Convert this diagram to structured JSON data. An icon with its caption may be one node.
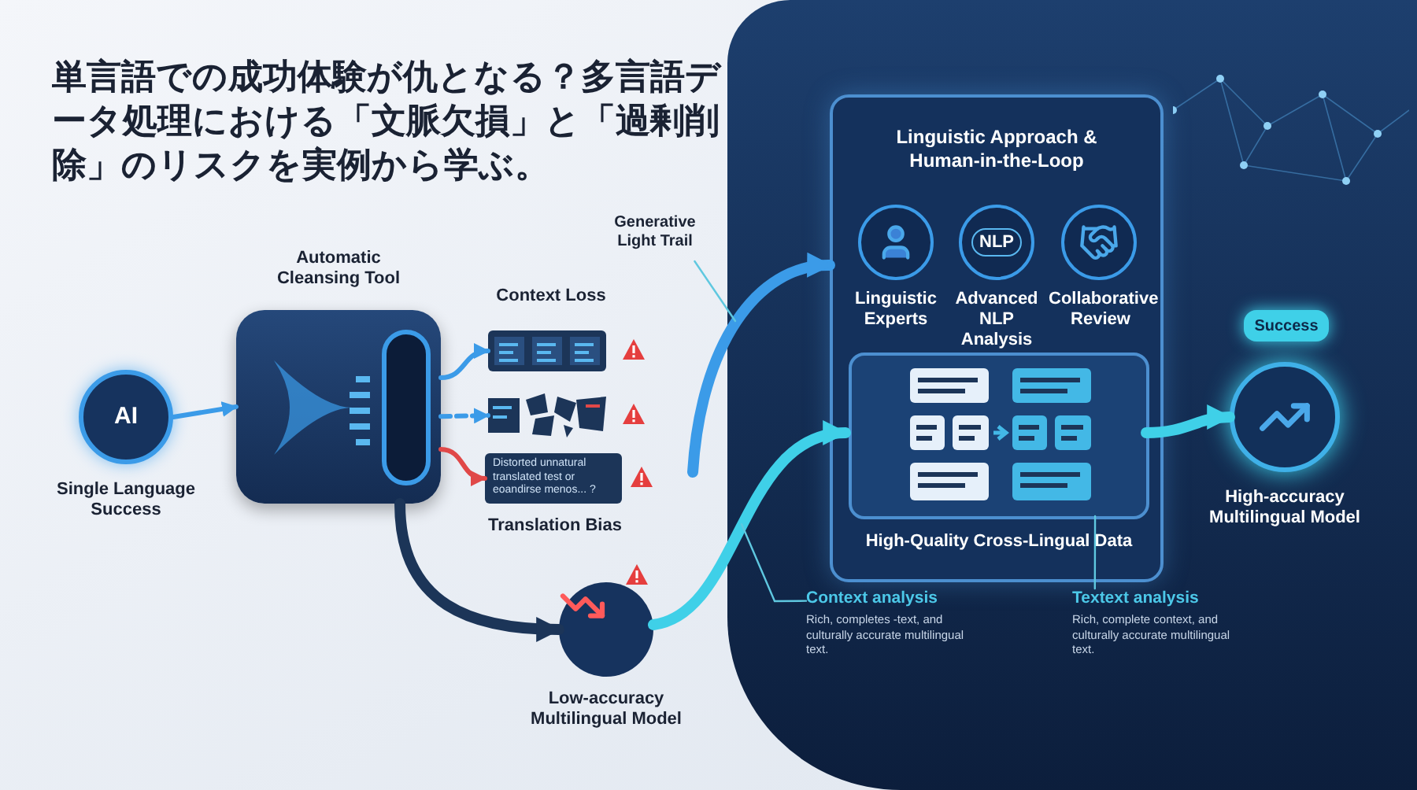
{
  "diagram": {
    "title": "単言語での成功体験が仇となる？多言語データ処理における「文脈欠損」と「過剰削除」のリスクを実例から学ぶ。",
    "nodes": [
      {
        "text": [
          "AI"
        ],
        "beside": [
          "Single Language Success"
        ]
      },
      {
        "text": [
          "Automatic Cleansing Tool"
        ]
      },
      {
        "text": [
          "Context Loss"
        ]
      },
      {
        "text": [],
        "shape": "box"
      },
      {
        "text": [
          "Distorted unnatural translated test or eoandirse menos... ?",
          "Translation Bias"
        ]
      },
      {
        "text": [],
        "shape": "circle",
        "beside": [
          "Low-accuracy Multilingual Model"
        ]
      },
      {
        "text": [
          "Linguistic Approach & Human-in-the-Loop"
        ]
      },
      {
        "text": [
          "Linguistic Experts"
        ],
        "in": 6
      },
      {
        "text": [
          "NLP",
          "Advanced NLP Analysis"
        ],
        "in": 6
      },
      {
        "text": [
          "Collaborative Review"
        ],
        "in": 6
      },
      {
        "text": [
          "High-Quality Cross-Lingual Data"
        ],
        "in": 6
      },
      {
        "text": [
          "Success"
        ]
      },
      {
        "text": [],
        "shape": "circle",
        "beside": [
          "High-accuracy Multilingual Model"
        ]
      },
      {
        "text": [
          "Generative Light Trail"
        ]
      },
      {
        "text": [
          "Context analysis",
          "Rich, completes -text, and culturally accurate multilingual text."
        ]
      },
      {
        "text": [
          "Textext analysis",
          "Rich, complete context, and culturally accurate multilingual text."
        ]
      }
    ],
    "edges": [
      {
        "from": 0,
        "to": 1,
        "arrow": "to"
      },
      {
        "from": 1,
        "to": 2,
        "arrow": "to"
      },
      {
        "from": 1,
        "to": 3,
        "arrow": "to",
        "style": "dashed"
      },
      {
        "from": 1,
        "to": 4,
        "arrow": "to",
        "color": "#e04848"
      },
      {
        "from": 1,
        "to": 5,
        "arrow": "to",
        "style": "thick",
        "color": "#1c3558"
      },
      {
        "from": 5,
        "to": 10,
        "arrow": "to",
        "style": "thick",
        "color": "#3fd0e8"
      },
      {
        "from": null,
        "to": 6,
        "arrow": "to",
        "style": "thick"
      },
      {
        "from": 10,
        "to": 12,
        "arrow": "to",
        "style": "thick",
        "color": "#3fd0e8"
      },
      {
        "from": 13,
        "to": null,
        "arrow": "none",
        "color": "#5fc8e0"
      },
      {
        "from": 14,
        "to": null,
        "arrow": "none",
        "color": "#5fc8e0"
      },
      {
        "from": 15,
        "to": 10,
        "arrow": "none",
        "color": "#5fc8e0"
      }
    ]
  }
}
